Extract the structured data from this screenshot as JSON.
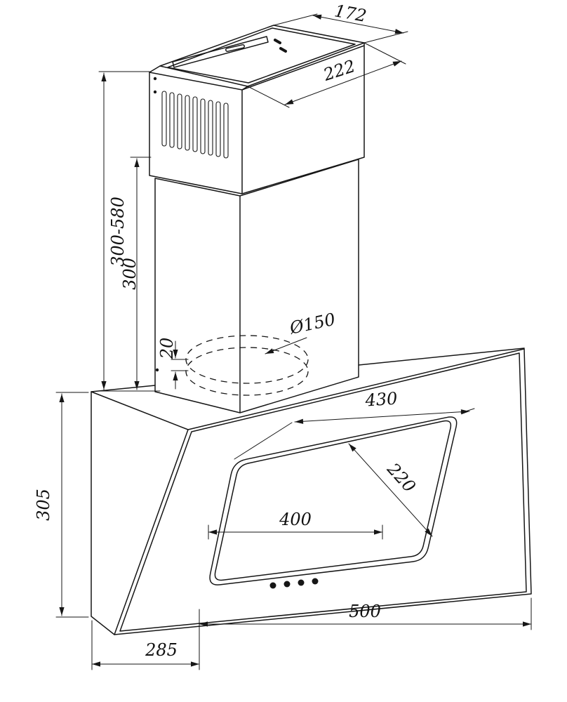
{
  "drawing": {
    "dims": {
      "chimney_top_depth": "172",
      "chimney_top_width": "222",
      "chimney_height_range": "300-580",
      "chimney_lower_height": "300",
      "duct_collar_height": "20",
      "duct_diameter": "Ø150",
      "glass_top_width": "430",
      "glass_panel_height": "220",
      "glass_bottom_width": "400",
      "body_height": "305",
      "body_width": "500",
      "body_depth": "285"
    }
  }
}
